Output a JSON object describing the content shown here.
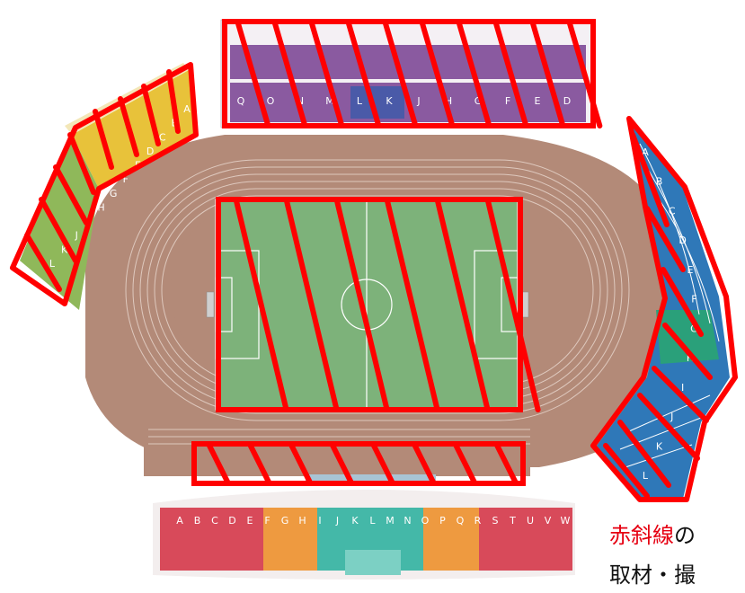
{
  "map": {
    "colors": {
      "track": "#b38a78",
      "field": "#7db27a",
      "back_stand": "#8a5aa0",
      "left_stand_upper": "#e8c23a",
      "left_stand_lower": "#8fb85a",
      "right_stand": "#2f78b8",
      "right_stand_center": "#2aa07a",
      "main_stand_red": "#d84a5a",
      "main_stand_orange": "#ee9a40",
      "main_stand_center": "#44b8a8",
      "hatch": "#ff0000"
    },
    "back_stand_blocks": [
      "Q",
      "O",
      "N",
      "M",
      "L",
      "K",
      "J",
      "H",
      "G",
      "F",
      "E",
      "D"
    ],
    "left_stand_blocks": [
      "A",
      "B",
      "C",
      "D",
      "E",
      "F",
      "G",
      "H",
      "I",
      "J",
      "K",
      "L"
    ],
    "right_stand_blocks": [
      "A",
      "B",
      "C",
      "D",
      "E",
      "F",
      "G",
      "H",
      "I",
      "J",
      "K",
      "L"
    ],
    "main_stand_blocks": [
      "A",
      "B",
      "C",
      "D",
      "E",
      "F",
      "G",
      "H",
      "I",
      "J",
      "K",
      "L",
      "M",
      "N",
      "O",
      "P",
      "Q",
      "R",
      "S",
      "T",
      "U",
      "V",
      "W"
    ],
    "caption": {
      "line1_red": "赤斜線",
      "line1_rest": "の",
      "line2": "取材・撮"
    }
  }
}
